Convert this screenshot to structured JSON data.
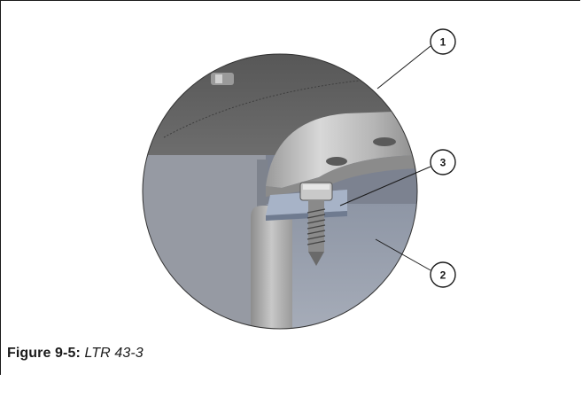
{
  "figure": {
    "callouts": [
      {
        "number": "1"
      },
      {
        "number": "3"
      },
      {
        "number": "2"
      }
    ]
  },
  "caption": {
    "label": "Figure 9-5:",
    "title": "LTR 43-3"
  }
}
